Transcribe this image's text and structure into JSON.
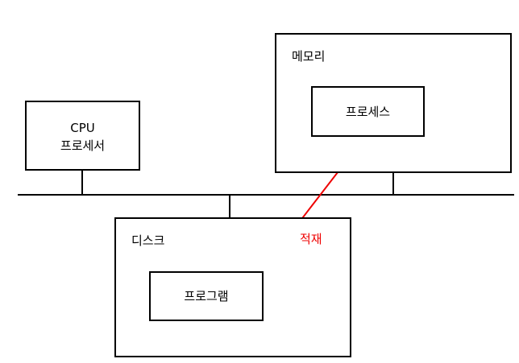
{
  "diagram": {
    "cpu": {
      "line1": "CPU",
      "line2": "프로세서"
    },
    "memory": {
      "title": "메모리",
      "process": "프로세스"
    },
    "disk": {
      "title": "디스크",
      "program": "프로그램"
    },
    "arrow": {
      "label": "적재",
      "color": "#ee0000"
    }
  }
}
